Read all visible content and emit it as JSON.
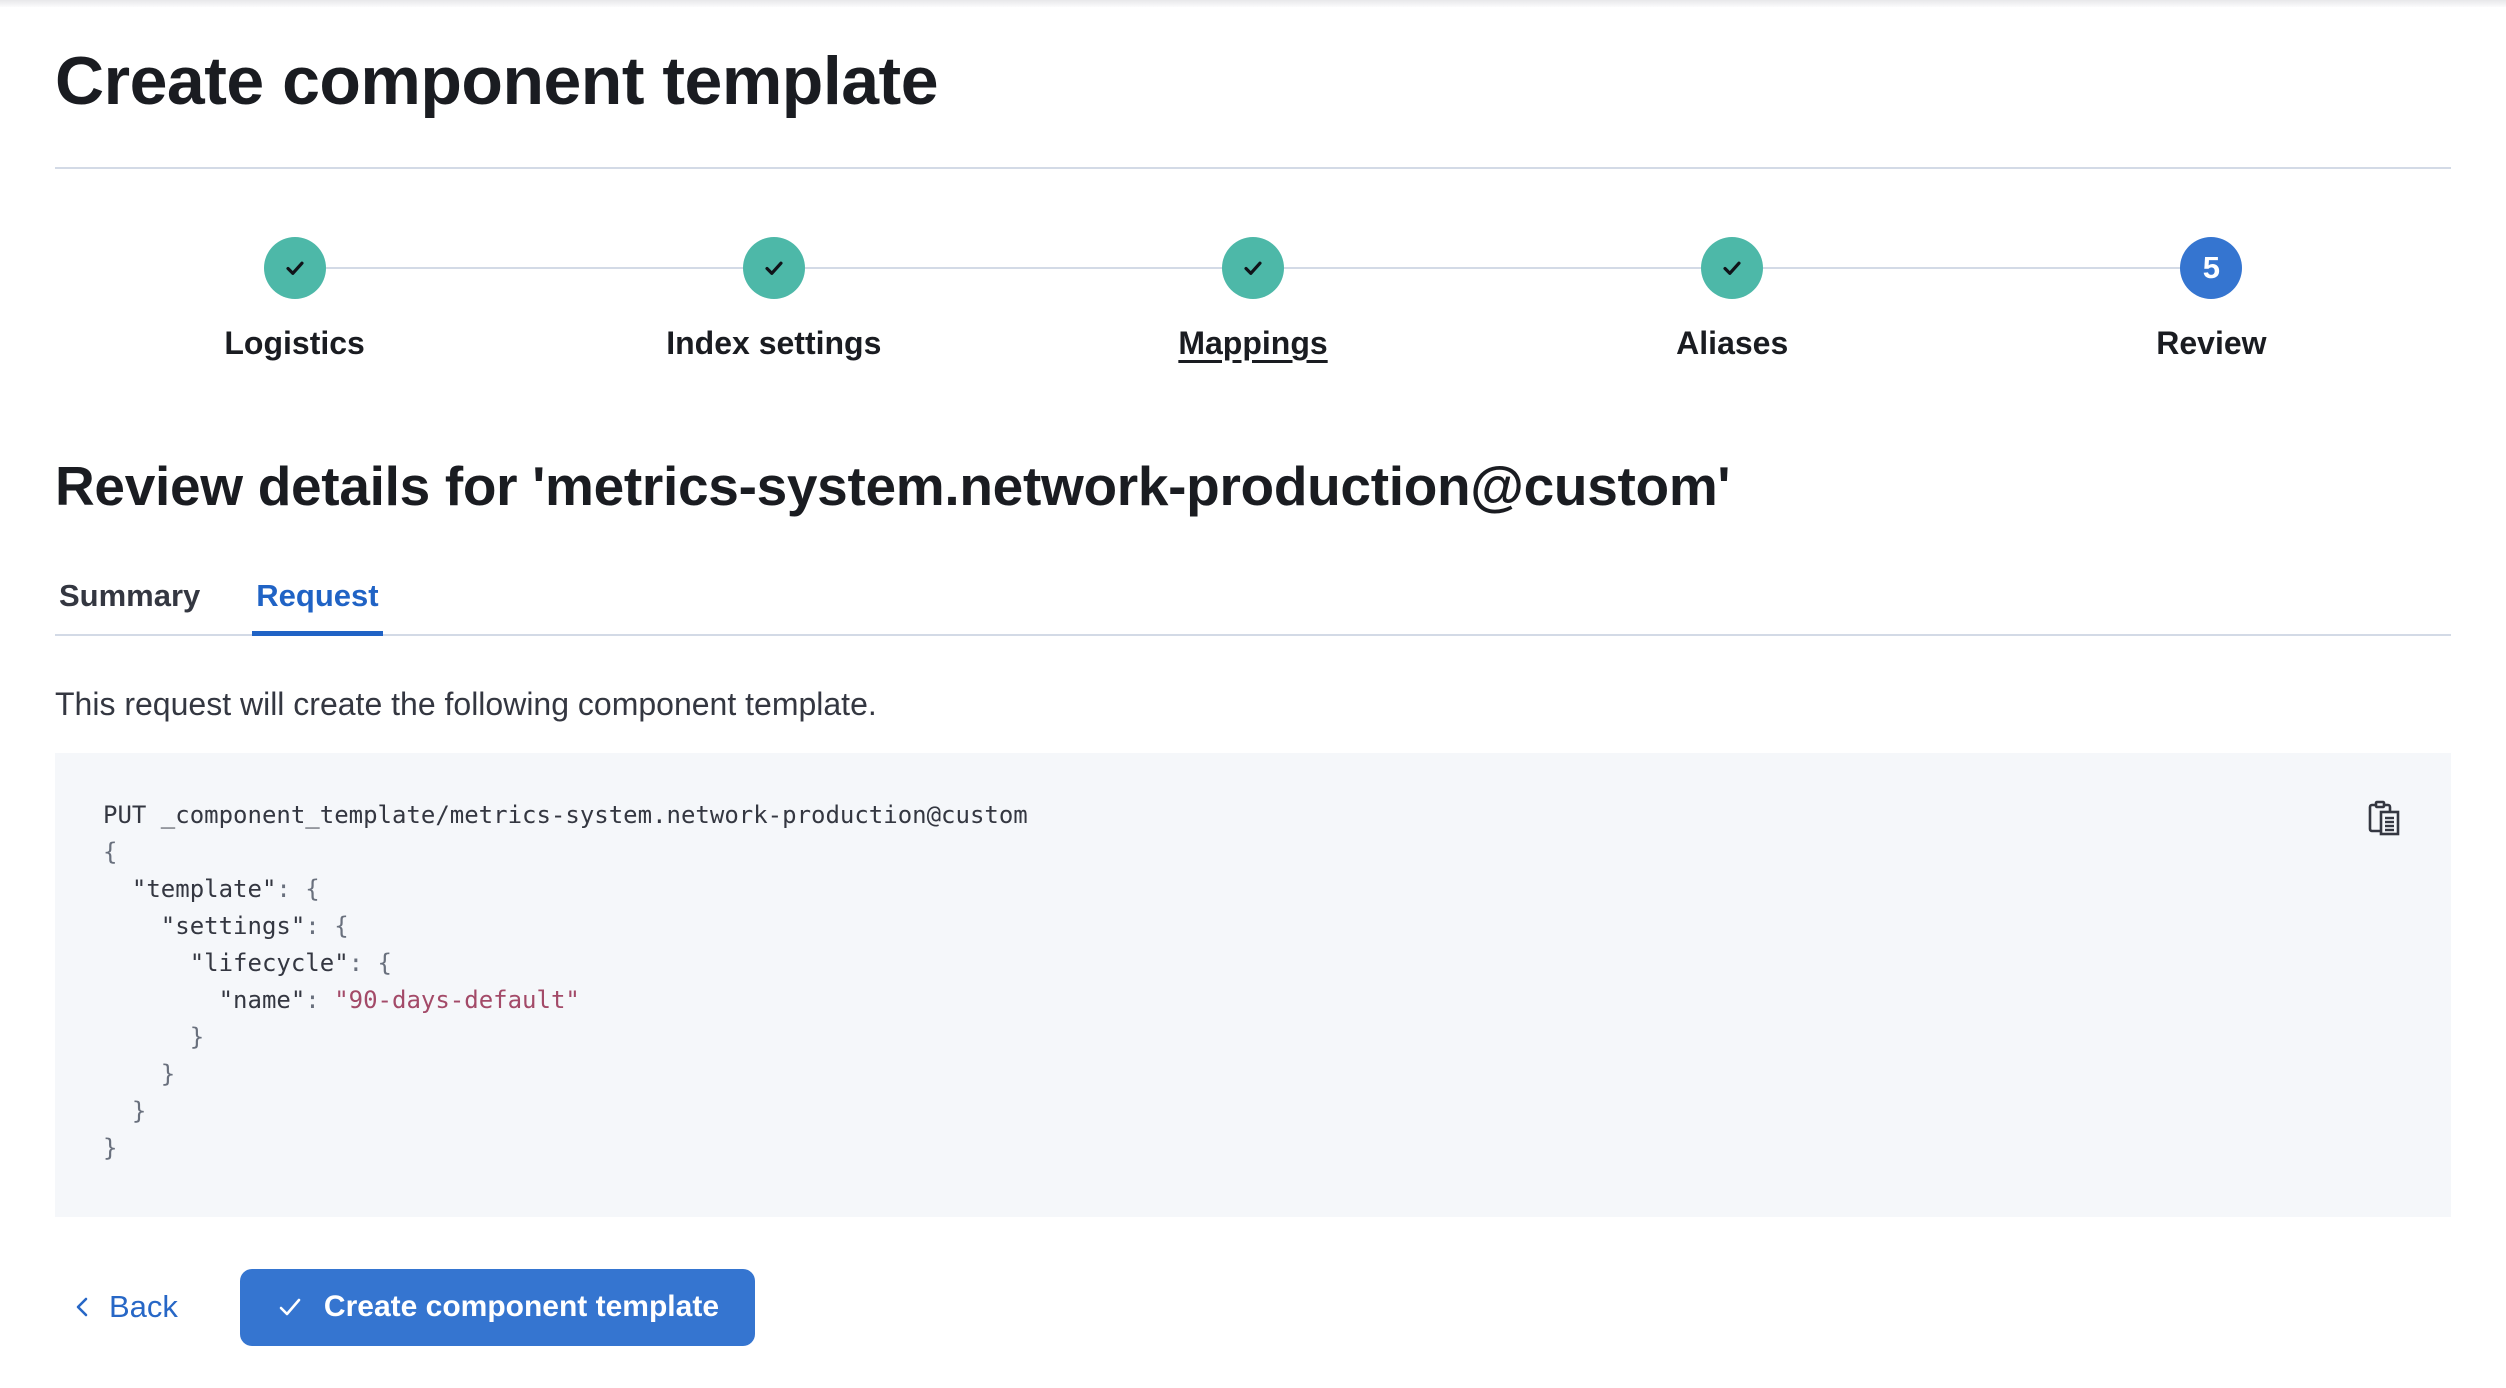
{
  "header": {
    "title": "Create component template"
  },
  "stepper": {
    "steps": [
      {
        "label": "Logistics",
        "status": "complete",
        "underlined": false,
        "icon": "check-icon"
      },
      {
        "label": "Index settings",
        "status": "complete",
        "underlined": false,
        "icon": "check-icon"
      },
      {
        "label": "Mappings",
        "status": "complete",
        "underlined": true,
        "icon": "check-icon"
      },
      {
        "label": "Aliases",
        "status": "complete",
        "underlined": false,
        "icon": "check-icon"
      },
      {
        "label": "Review",
        "status": "current",
        "underlined": false,
        "number": "5"
      }
    ]
  },
  "review": {
    "heading": "Review details for 'metrics-system.network-production@custom'",
    "description": "This request will create the following component template."
  },
  "tabs": [
    {
      "label": "Summary",
      "active": false
    },
    {
      "label": "Request",
      "active": true
    }
  ],
  "code": {
    "copy_icon": "copy-clipboard-icon",
    "lines": [
      [
        {
          "type": "plain",
          "text": "PUT _component_template/metrics-system.network-production@custom"
        }
      ],
      [
        {
          "type": "punct",
          "text": "{"
        }
      ],
      [
        {
          "type": "plain",
          "text": "  "
        },
        {
          "type": "key",
          "text": "\"template\""
        },
        {
          "type": "punct",
          "text": ": {"
        }
      ],
      [
        {
          "type": "plain",
          "text": "    "
        },
        {
          "type": "key",
          "text": "\"settings\""
        },
        {
          "type": "punct",
          "text": ": {"
        }
      ],
      [
        {
          "type": "plain",
          "text": "      "
        },
        {
          "type": "key",
          "text": "\"lifecycle\""
        },
        {
          "type": "punct",
          "text": ": {"
        }
      ],
      [
        {
          "type": "plain",
          "text": "        "
        },
        {
          "type": "key",
          "text": "\"name\""
        },
        {
          "type": "punct",
          "text": ": "
        },
        {
          "type": "string",
          "text": "\"90-days-default\""
        }
      ],
      [
        {
          "type": "punct",
          "text": "      }"
        }
      ],
      [
        {
          "type": "punct",
          "text": "    }"
        }
      ],
      [
        {
          "type": "punct",
          "text": "  }"
        }
      ],
      [
        {
          "type": "punct",
          "text": "}"
        }
      ]
    ]
  },
  "footer": {
    "back_label": "Back",
    "back_icon": "chevron-left-icon",
    "create_label": "Create component template",
    "create_icon": "check-icon"
  },
  "colors": {
    "primary_fill": "#3575d0",
    "link_blue": "#2063c5",
    "success_teal": "#4db8a8",
    "divider": "#d3dae6",
    "code_background": "#f5f7fa",
    "code_string": "#a34a68",
    "code_punctuation": "#69707d",
    "text": "#343741",
    "heading": "#1a1c21"
  }
}
